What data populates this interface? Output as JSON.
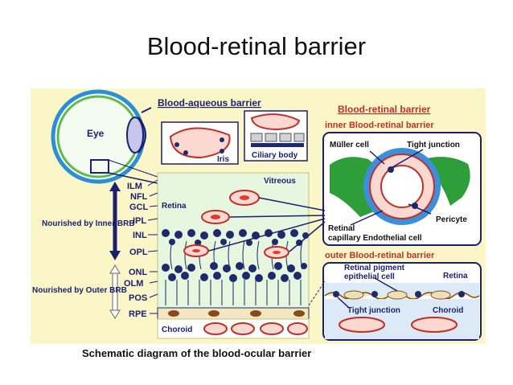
{
  "slide": {
    "title": "Blood-retinal barrier"
  },
  "diagram": {
    "caption": "Schematic diagram of the blood-ocular barrier",
    "eye_label": "Eye",
    "blood_aqueous_barrier": "Blood-aqueous barrier",
    "blood_retinal_barrier": "Blood-retinal barrier",
    "inner_brb": "inner Blood-retinal barrier",
    "outer_brb": "outer Blood-retinal barrier",
    "iris": "Iris",
    "ciliary_body": "Ciliary body",
    "vitreous": "Vitreous",
    "retina": "Retina",
    "choroid": "Choroid",
    "layers": [
      "ILM",
      "NFL",
      "GCL",
      "IPL",
      "INL",
      "OPL",
      "ONL",
      "OLM",
      "POS",
      "RPE"
    ],
    "nourished_inner": "Nourished by Inner BRB",
    "nourished_outer": "Nourished by Outer BRB",
    "muller_cell": "Müller cell",
    "tight_junction": "Tight junction",
    "pericyte": "Pericyte",
    "retinal_capillary_line1": "Retinal",
    "retinal_capillary_line2": "capillary Endothelial cell",
    "rpe_line1": "Retinal pigment",
    "rpe_line2": "epithelial cell",
    "outer_retina": "Retina",
    "outer_tight_junction": "Tight junction",
    "outer_choroid": "Choroid"
  },
  "colors": {
    "panel_bg": "#fbf6c8",
    "navy": "#1a1f6e",
    "red_title": "#c0302a",
    "retina_green": "#e6f6df",
    "capillary_red": "#e23a2e",
    "nucleus": "#1e2a6e",
    "pigment": "#8a4a1a",
    "muller_green": "#2e9e3a",
    "endothelium_blue": "#3c8fd8"
  }
}
